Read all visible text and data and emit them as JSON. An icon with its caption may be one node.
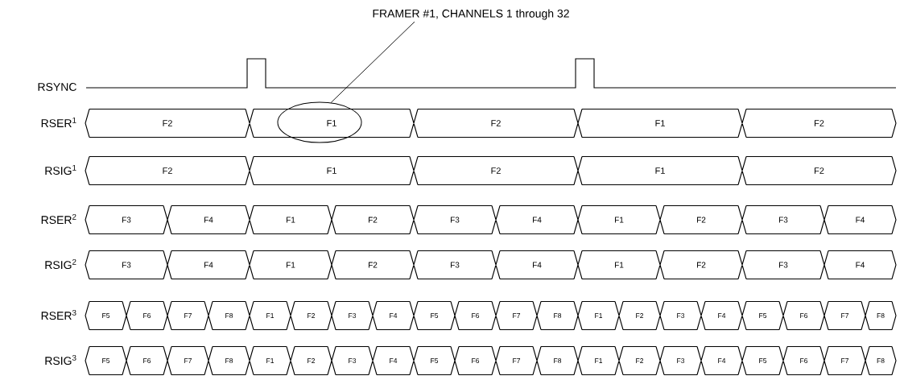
{
  "diagram": {
    "nodes": [
      {
        "text": [
          "FRAMER #1, CHANNELS  1 through 32"
        ]
      },
      {
        "text": [],
        "shape": "ellipse"
      }
    ],
    "edges": [
      {
        "from": 0,
        "to": 1,
        "arrow": "none"
      }
    ],
    "labels": [
      "RSYNC",
      "RSER$^{1}$",
      "F2",
      "F1",
      "F2",
      "F1",
      "F2",
      "RSIG$^{1}$",
      "F2",
      "F1",
      "F2",
      "F1",
      "F2",
      "RSER$^{2}$",
      "F3",
      "F4",
      "F1",
      "F2",
      "F3",
      "F4",
      "F1",
      "F2",
      "F3",
      "F4",
      "RSIG$^{2}$",
      "F3",
      "F4",
      "F1",
      "F2",
      "F3",
      "F4",
      "F1",
      "F2",
      "F3",
      "F4",
      "RSER$^{3}$",
      "F5",
      "F6",
      "F7",
      "F8",
      "F1",
      "F2",
      "F3",
      "F4",
      "F5",
      "F6",
      "F7",
      "F8",
      "F1",
      "F2",
      "F3",
      "F4",
      "F5",
      "F6",
      "F7",
      "F8",
      "RSIG$^{3}$",
      "F5",
      "F6",
      "F7",
      "F8",
      "F1",
      "F2",
      "F3",
      "F4",
      "F5",
      "F6",
      "F7",
      "F8",
      "F1",
      "F2",
      "F3",
      "F4",
      "F5",
      "F6",
      "F7",
      "F8"
    ]
  }
}
